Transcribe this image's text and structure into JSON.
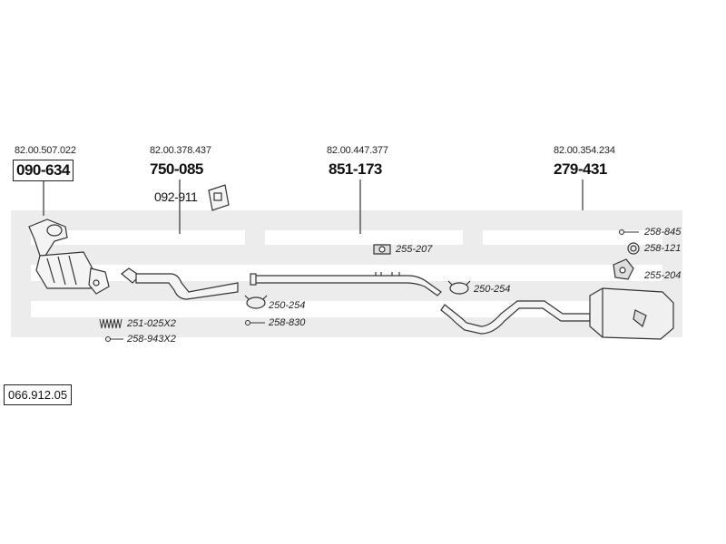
{
  "diagram": {
    "reference_number": "066.912.05",
    "sections": [
      {
        "oem_ref": "82.00.507.022",
        "part_number": "090-634"
      },
      {
        "oem_ref": "82.00.378.437",
        "part_number": "750-085"
      },
      {
        "oem_ref": "82.00.447.377",
        "part_number": "851-173"
      },
      {
        "oem_ref": "82.00.354.234",
        "part_number": "279-431"
      }
    ],
    "mounting_part": "092-911",
    "accessories": [
      {
        "code": "251-025X2",
        "icon": "spring-icon"
      },
      {
        "code": "258-943X2",
        "icon": "bolt-icon"
      },
      {
        "code": "250-254",
        "icon": "clamp-icon"
      },
      {
        "code": "258-830",
        "icon": "bolt-icon"
      },
      {
        "code": "255-207",
        "icon": "rubber-mount-icon"
      },
      {
        "code": "250-254",
        "icon": "clamp-icon"
      },
      {
        "code": "258-845",
        "icon": "bolt-icon"
      },
      {
        "code": "258-121",
        "icon": "ring-icon"
      },
      {
        "code": "255-204",
        "icon": "hanger-icon"
      }
    ],
    "colors": {
      "background_band": "#e9e9e9",
      "line": "#333333",
      "part_fill": "#f4f4f4"
    }
  }
}
